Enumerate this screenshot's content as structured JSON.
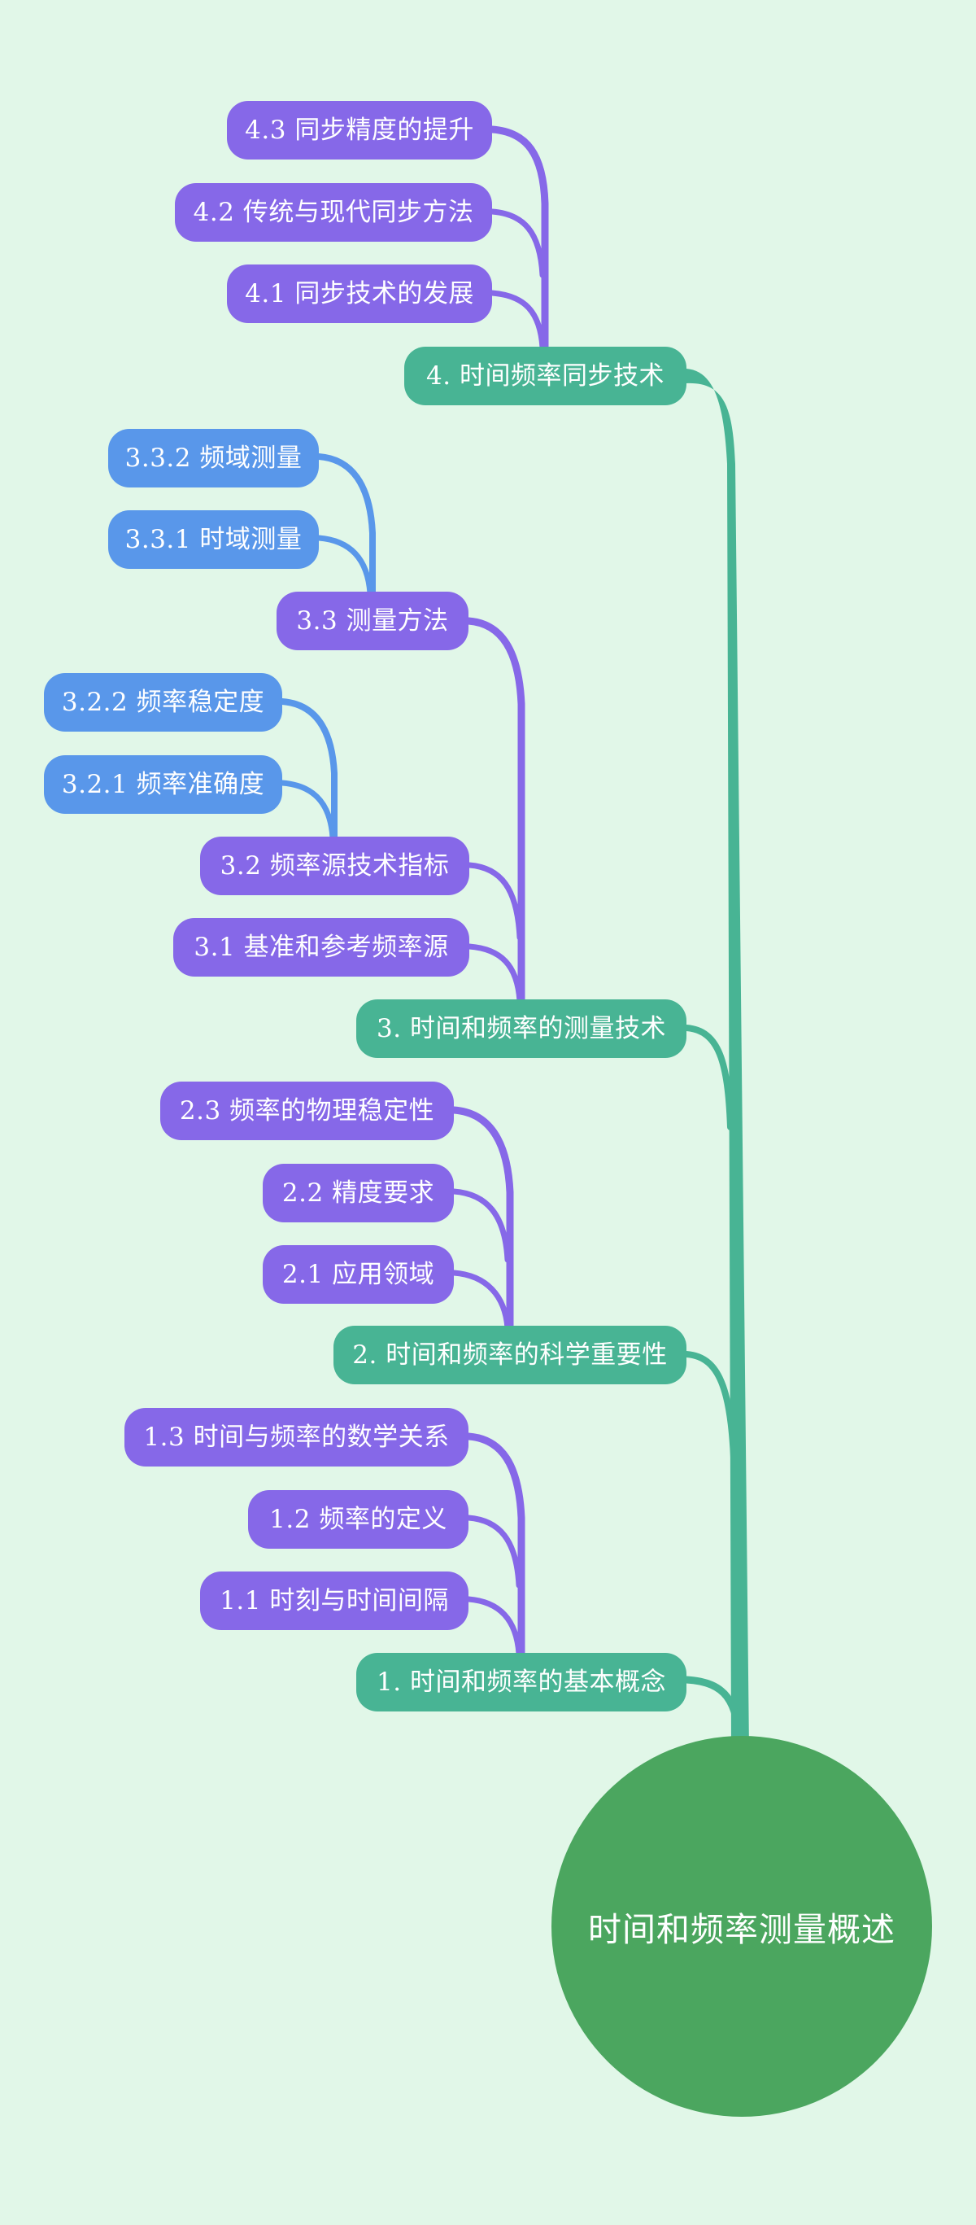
{
  "colors": {
    "bg": "#E1F7E8",
    "purple": "#8668E8",
    "blue": "#5997EA",
    "teal": "#48B494",
    "root-green": "#4BA65F",
    "text": "#FFFFFF"
  },
  "mindmap": {
    "root": {
      "label": "时间和频率测量概述"
    },
    "branches": [
      {
        "label": "1. 时间和频率的基本概念",
        "children": [
          {
            "label": "1.3 时间与频率的数学关系"
          },
          {
            "label": "1.2 频率的定义"
          },
          {
            "label": "1.1 时刻与时间间隔"
          }
        ]
      },
      {
        "label": "2. 时间和频率的科学重要性",
        "children": [
          {
            "label": "2.3 频率的物理稳定性"
          },
          {
            "label": "2.2 精度要求"
          },
          {
            "label": "2.1 应用领域"
          }
        ]
      },
      {
        "label": "3. 时间和频率的测量技术",
        "children": [
          {
            "label": "3.3 测量方法",
            "children": [
              {
                "label": "3.3.2 频域测量"
              },
              {
                "label": "3.3.1 时域测量"
              }
            ]
          },
          {
            "label": "3.2 频率源技术指标",
            "children": [
              {
                "label": "3.2.2 频率稳定度"
              },
              {
                "label": "3.2.1 频率准确度"
              }
            ]
          },
          {
            "label": "3.1 基准和参考频率源"
          }
        ]
      },
      {
        "label": "4. 时间频率同步技术",
        "children": [
          {
            "label": "4.3 同步精度的提升"
          },
          {
            "label": "4.2 传统与现代同步方法"
          },
          {
            "label": "4.1 同步技术的发展"
          }
        ]
      }
    ]
  }
}
